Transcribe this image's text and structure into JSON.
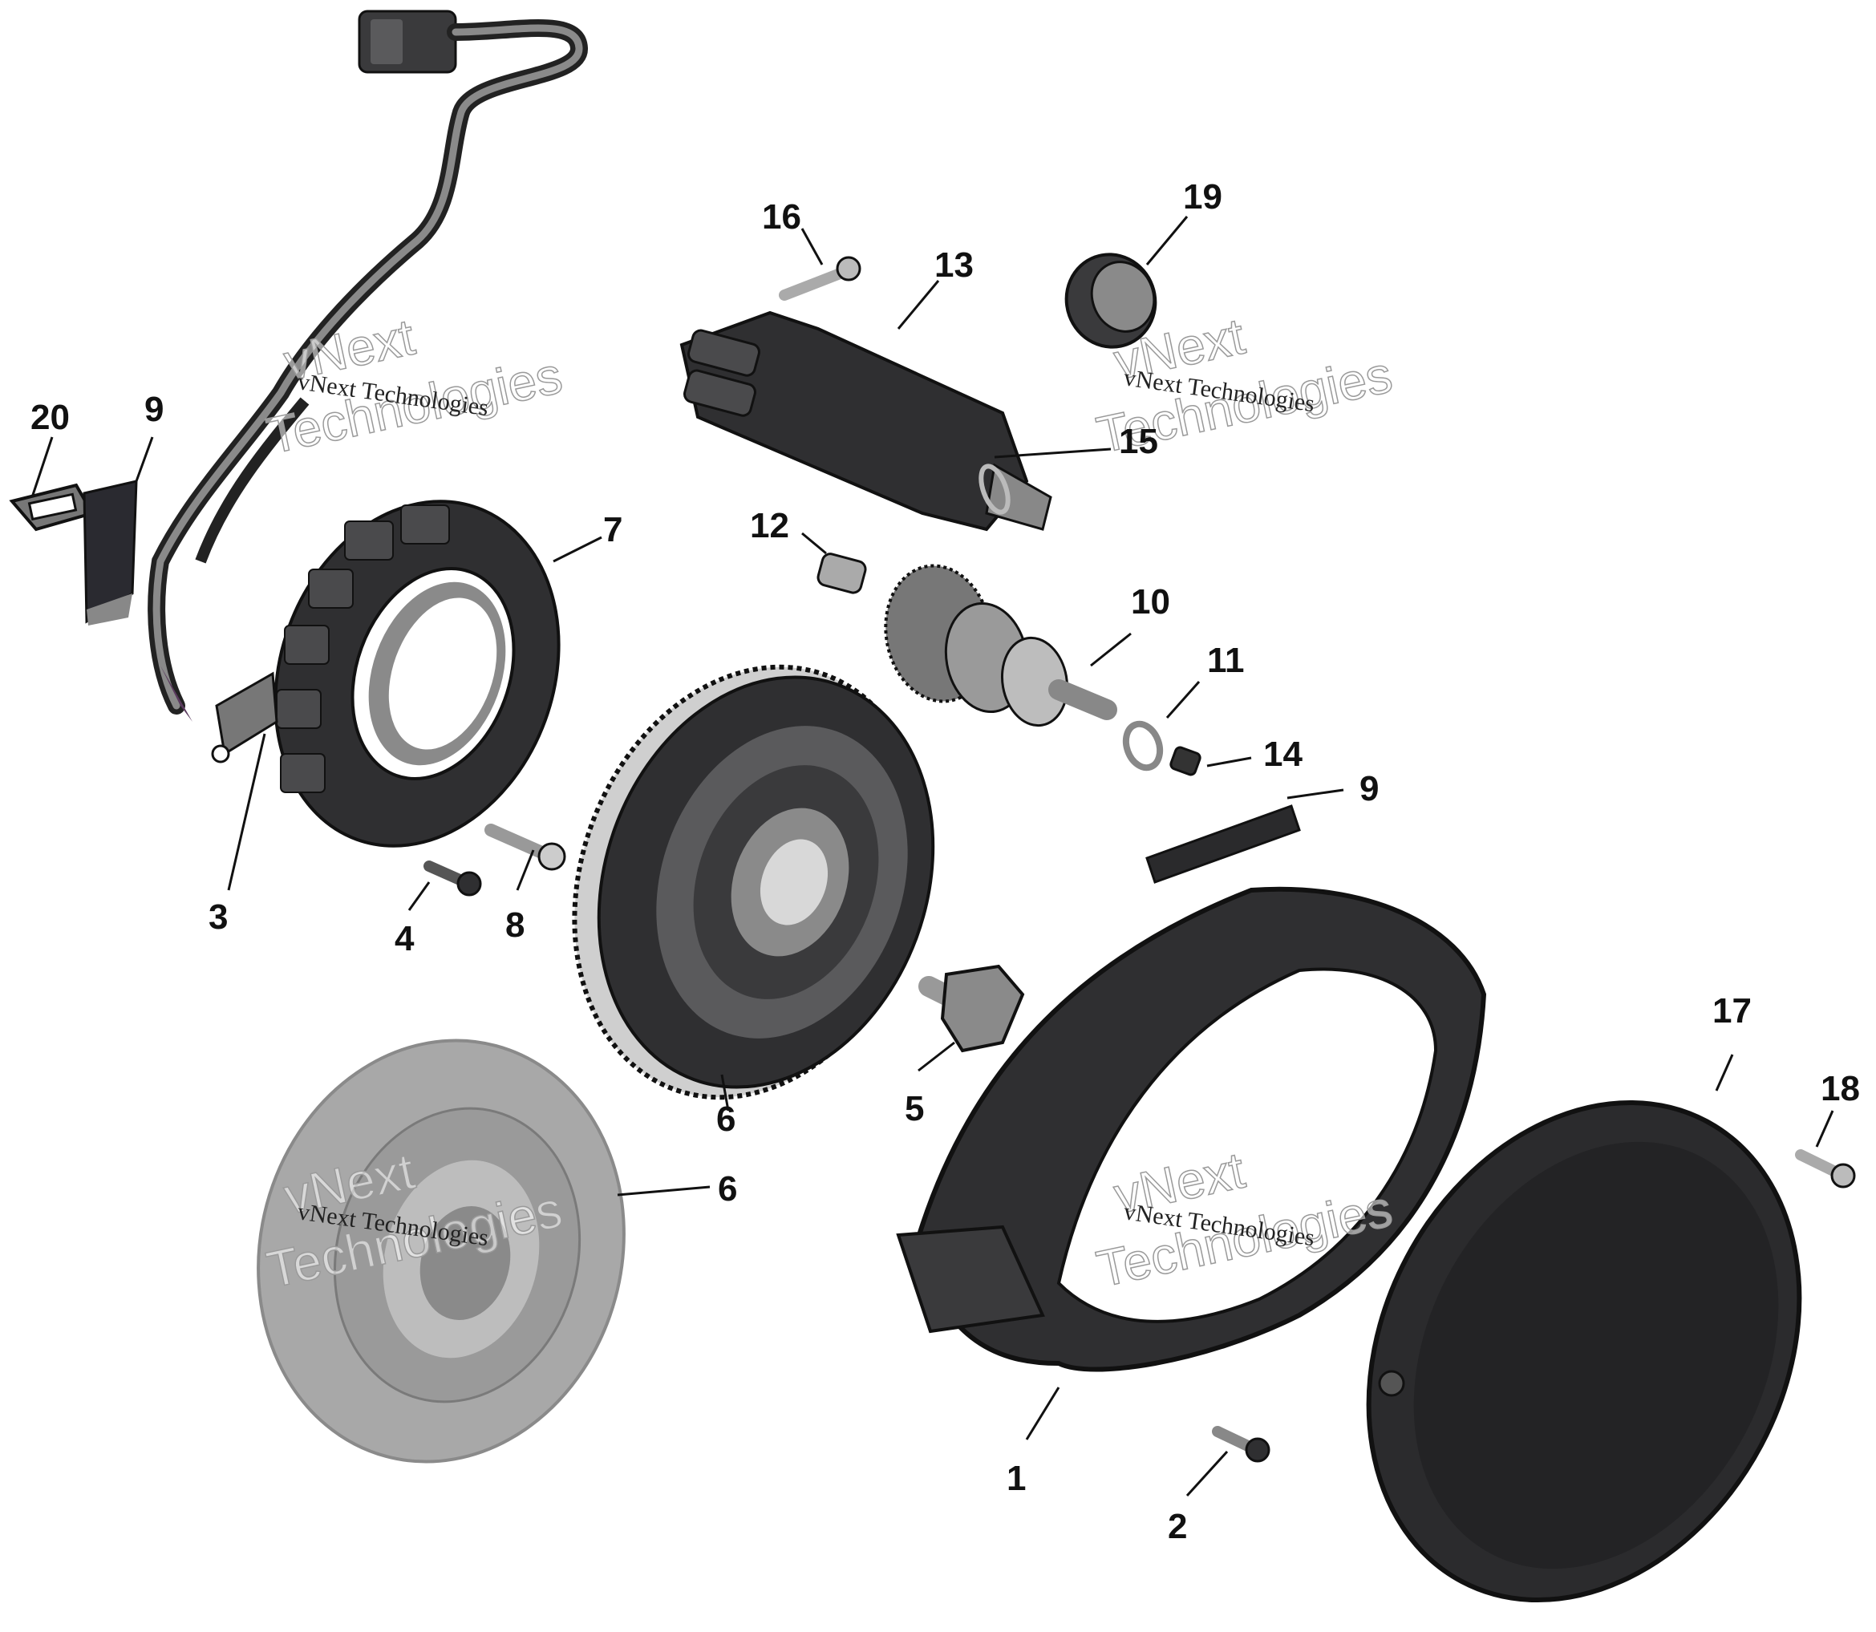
{
  "callouts": [
    {
      "id": "1",
      "label": "1"
    },
    {
      "id": "2",
      "label": "2"
    },
    {
      "id": "3",
      "label": "3"
    },
    {
      "id": "4",
      "label": "4"
    },
    {
      "id": "5",
      "label": "5"
    },
    {
      "id": "6a",
      "label": "6"
    },
    {
      "id": "6b",
      "label": "6"
    },
    {
      "id": "7",
      "label": "7"
    },
    {
      "id": "8",
      "label": "8"
    },
    {
      "id": "9a",
      "label": "9"
    },
    {
      "id": "9b",
      "label": "9"
    },
    {
      "id": "10",
      "label": "10"
    },
    {
      "id": "11",
      "label": "11"
    },
    {
      "id": "12",
      "label": "12"
    },
    {
      "id": "13",
      "label": "13"
    },
    {
      "id": "14",
      "label": "14"
    },
    {
      "id": "15",
      "label": "15"
    },
    {
      "id": "16",
      "label": "16"
    },
    {
      "id": "17",
      "label": "17"
    },
    {
      "id": "18",
      "label": "18"
    },
    {
      "id": "19",
      "label": "19"
    },
    {
      "id": "20",
      "label": "20"
    }
  ],
  "watermark": {
    "line_small": "vNext Technologies",
    "line_big_1": "vNext",
    "line_big_2": "Technologies"
  },
  "colors": {
    "part_dark": "#2f2f31",
    "part_mid": "#4a4a4c",
    "part_light": "#8a8a8a",
    "part_ghost": "#a8a8a8",
    "accent_purple": "#5a3a5e"
  }
}
